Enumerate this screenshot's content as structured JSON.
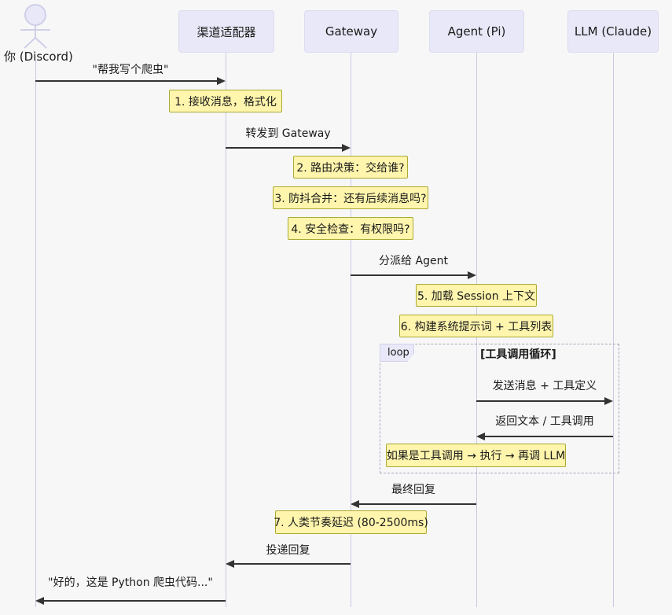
{
  "diagram_type": "sequence-diagram",
  "colors": {
    "background": "#f7f7f8",
    "participant_fill": "#e8e8f8",
    "participant_border": "#dcdcf0",
    "lifeline": "#c9c9e4",
    "note_fill": "#fff5ad",
    "note_border": "#aaaa33",
    "arrow": "#333333",
    "loop_border": "#a6a6ba"
  },
  "participants": [
    {
      "label": "你 (Discord)",
      "type": "actor"
    },
    {
      "label": "渠道适配器",
      "type": "box"
    },
    {
      "label": "Gateway",
      "type": "box"
    },
    {
      "label": "Agent (Pi)",
      "type": "box"
    },
    {
      "label": "LLM (Claude)",
      "type": "box"
    }
  ],
  "messages": [
    {
      "text": "\"帮我写个爬虫\"",
      "from": "你 (Discord)",
      "to": "渠道适配器"
    },
    {
      "text": "转发到 Gateway",
      "from": "渠道适配器",
      "to": "Gateway"
    },
    {
      "text": "分派给 Agent",
      "from": "Gateway",
      "to": "Agent (Pi)"
    },
    {
      "text": "发送消息 + 工具定义",
      "from": "Agent (Pi)",
      "to": "LLM (Claude)"
    },
    {
      "text": "返回文本 / 工具调用",
      "from": "LLM (Claude)",
      "to": "Agent (Pi)"
    },
    {
      "text": "最终回复",
      "from": "Agent (Pi)",
      "to": "Gateway"
    },
    {
      "text": "投递回复",
      "from": "Gateway",
      "to": "渠道适配器"
    },
    {
      "text": "\"好的，这是 Python 爬虫代码...\"",
      "from": "渠道适配器",
      "to": "你 (Discord)"
    }
  ],
  "notes": [
    {
      "text": "1. 接收消息，格式化",
      "over": "渠道适配器"
    },
    {
      "text": "2. 路由决策：交给谁?",
      "over": "Gateway"
    },
    {
      "text": "3. 防抖合并：还有后续消息吗?",
      "over": "Gateway"
    },
    {
      "text": "4. 安全检查：有权限吗?",
      "over": "Gateway"
    },
    {
      "text": "5. 加载 Session 上下文",
      "over": "Agent (Pi)"
    },
    {
      "text": "6. 构建系统提示词 + 工具列表",
      "over": "Agent (Pi)"
    },
    {
      "text": "如果是工具调用 → 执行 → 再调 LLM",
      "over": "Agent (Pi)"
    },
    {
      "text": "7. 人类节奏延迟 (80-2500ms)",
      "over": "Gateway"
    }
  ],
  "loop": {
    "label": "loop",
    "title": "[工具调用循环]"
  }
}
